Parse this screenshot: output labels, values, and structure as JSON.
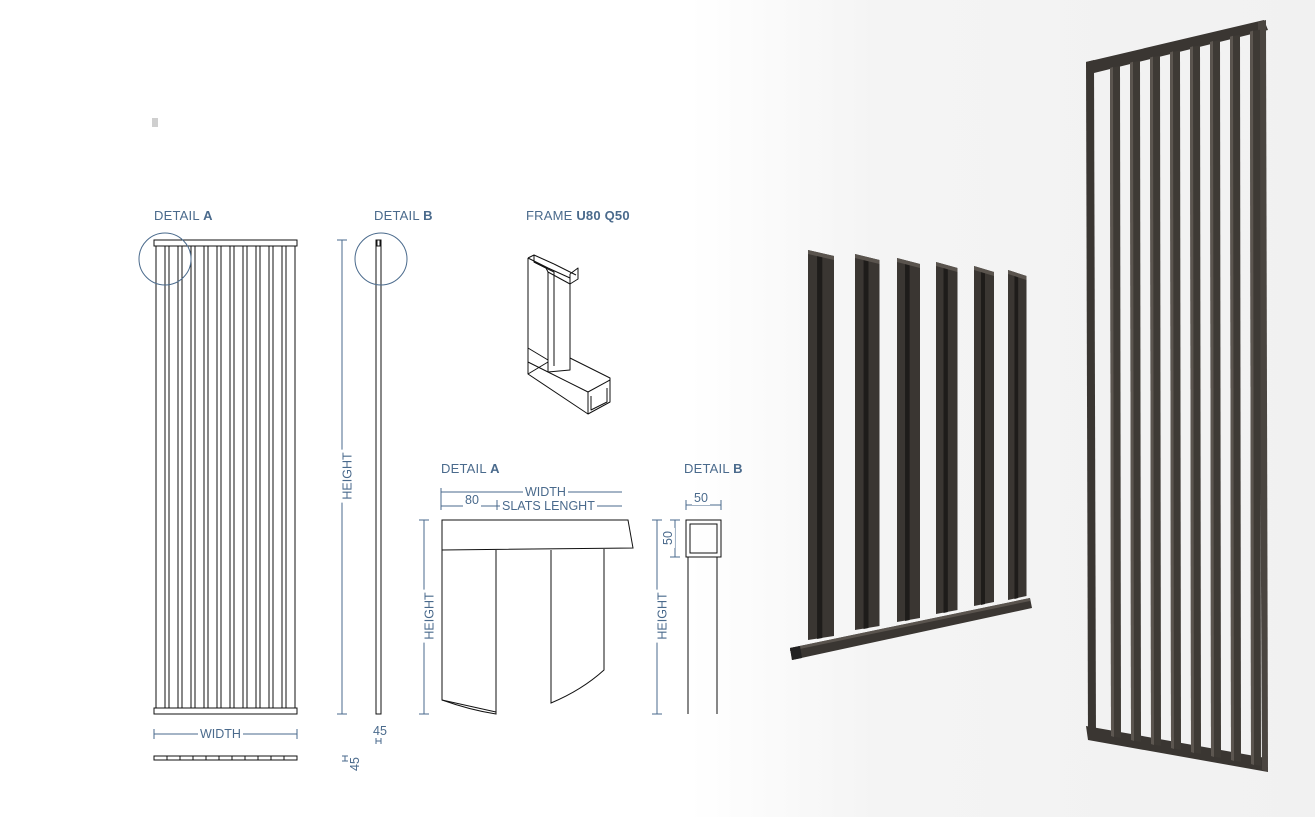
{
  "labels": {
    "detail_a_top": {
      "prefix": "DETAIL ",
      "bold": "A"
    },
    "detail_b_top": {
      "prefix": "DETAIL ",
      "bold": "B"
    },
    "frame": {
      "prefix": "FRAME ",
      "bold": "U80 Q50"
    },
    "detail_a_mid": {
      "prefix": "DETAIL ",
      "bold": "A"
    },
    "detail_b_mid": {
      "prefix": "DETAIL ",
      "bold": "B"
    }
  },
  "dimensions": {
    "main_width": "WIDTH",
    "main_height": "HEIGHT",
    "side_thickness": "45",
    "bottom_thickness": "45",
    "detail_a_width": "WIDTH",
    "detail_a_offset": "80",
    "detail_a_slats": "SLATS LENGHT",
    "detail_a_height": "HEIGHT",
    "detail_b_width": "50",
    "detail_b_depth": "50",
    "detail_b_height": "HEIGHT"
  },
  "colors": {
    "label_blue": "#4a6a8c",
    "line": "#111111",
    "metal": "#3a3632",
    "metal_light": "#5a544e"
  }
}
